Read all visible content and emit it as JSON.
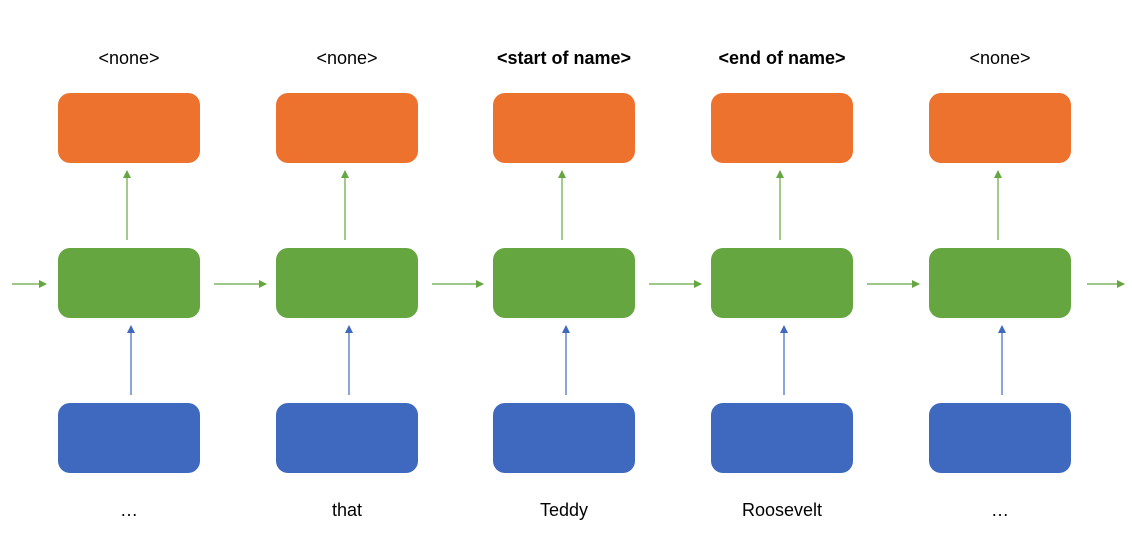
{
  "colors": {
    "output": "#ED722E",
    "hidden": "#66A640",
    "input": "#3E69BF",
    "hidden_arrow": "#66A640",
    "input_arrow": "#3E69BF"
  },
  "steps": [
    {
      "tag": "<none>",
      "tag_bold": false,
      "word": "…"
    },
    {
      "tag": "<none>",
      "tag_bold": false,
      "word": "that"
    },
    {
      "tag": "<start of name>",
      "tag_bold": true,
      "word": "Teddy"
    },
    {
      "tag": "<end of name>",
      "tag_bold": true,
      "word": "Roosevelt"
    },
    {
      "tag": "<none>",
      "tag_bold": false,
      "word": "…"
    }
  ]
}
